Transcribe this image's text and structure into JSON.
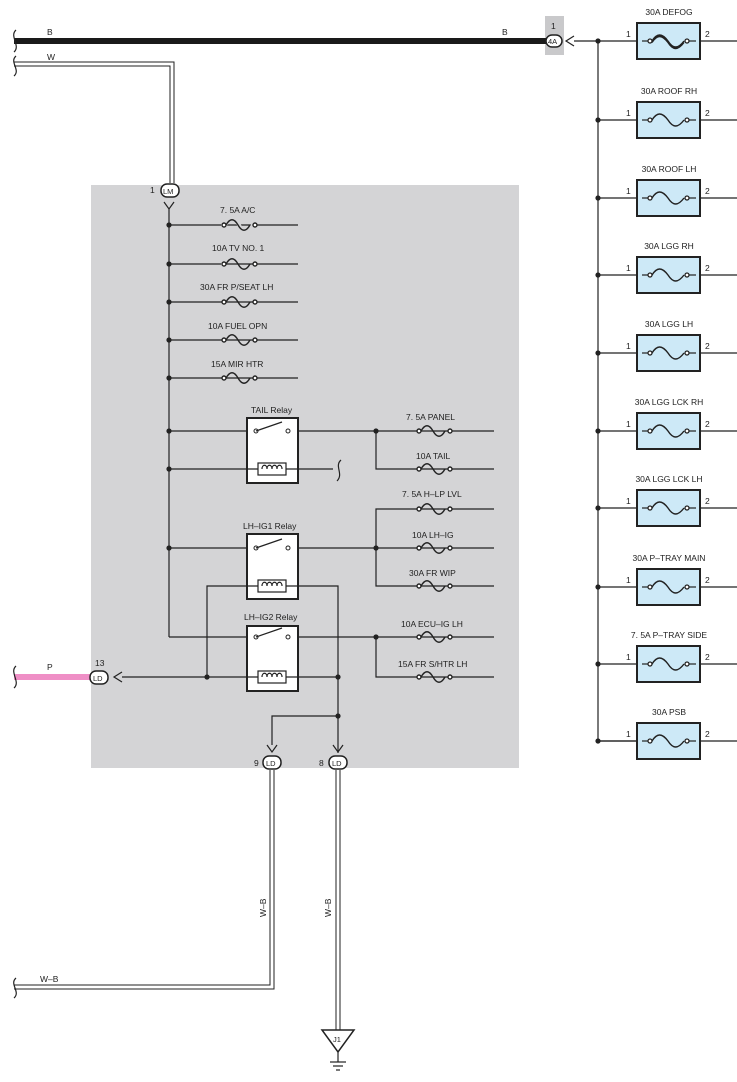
{
  "wires": {
    "top_black": {
      "left": "B",
      "right": "B"
    },
    "top_white": "W",
    "pink": "P",
    "wb_bottom": "W–B",
    "wb_vertical_1": "W–B",
    "wb_vertical_2": "W–B"
  },
  "connectors": {
    "c4a": {
      "pin": "1",
      "id": "4A"
    },
    "lm": {
      "pin": "1",
      "id": "LM"
    },
    "ld13": {
      "pin": "13",
      "id": "LD"
    },
    "ld9": {
      "pin": "9",
      "id": "LD"
    },
    "ld8": {
      "pin": "8",
      "id": "LD"
    }
  },
  "ground": "J1",
  "left_fuses": [
    "7. 5A A/C",
    "10A TV NO. 1",
    "30A FR P/SEAT LH",
    "10A FUEL OPN",
    "15A MIR HTR"
  ],
  "relays": {
    "tail": "TAIL Relay",
    "ig1": "LH–IG1 Relay",
    "ig2": "LH–IG2 Relay"
  },
  "relay_fuses": {
    "tail": [
      "7. 5A PANEL",
      "10A TAIL"
    ],
    "ig1": [
      "7. 5A H–LP LVL",
      "10A LH–IG",
      "30A FR WIP"
    ],
    "ig2": [
      "10A ECU–IG LH",
      "15A FR S/HTR LH"
    ]
  },
  "right_fuses": [
    {
      "label": "30A DEFOG",
      "pin_in": "1",
      "pin_out": "2"
    },
    {
      "label": "30A ROOF RH",
      "pin_in": "1",
      "pin_out": "2"
    },
    {
      "label": "30A ROOF LH",
      "pin_in": "1",
      "pin_out": "2"
    },
    {
      "label": "30A LGG RH",
      "pin_in": "1",
      "pin_out": "2"
    },
    {
      "label": "30A LGG LH",
      "pin_in": "1",
      "pin_out": "2"
    },
    {
      "label": "30A LGG LCK RH",
      "pin_in": "1",
      "pin_out": "2"
    },
    {
      "label": "30A LGG LCK LH",
      "pin_in": "1",
      "pin_out": "2"
    },
    {
      "label": "30A P–TRAY MAIN",
      "pin_in": "1",
      "pin_out": "2"
    },
    {
      "label": "7. 5A P–TRAY SIDE",
      "pin_in": "1",
      "pin_out": "2"
    },
    {
      "label": "30A PSB",
      "pin_in": "1",
      "pin_out": "2"
    }
  ],
  "colors": {
    "junction_block": "#d4d4d6",
    "fuse_fill": "#cde9f7",
    "pink_wire": "#ef8fc6",
    "black_wire": "#1a1a1a"
  }
}
